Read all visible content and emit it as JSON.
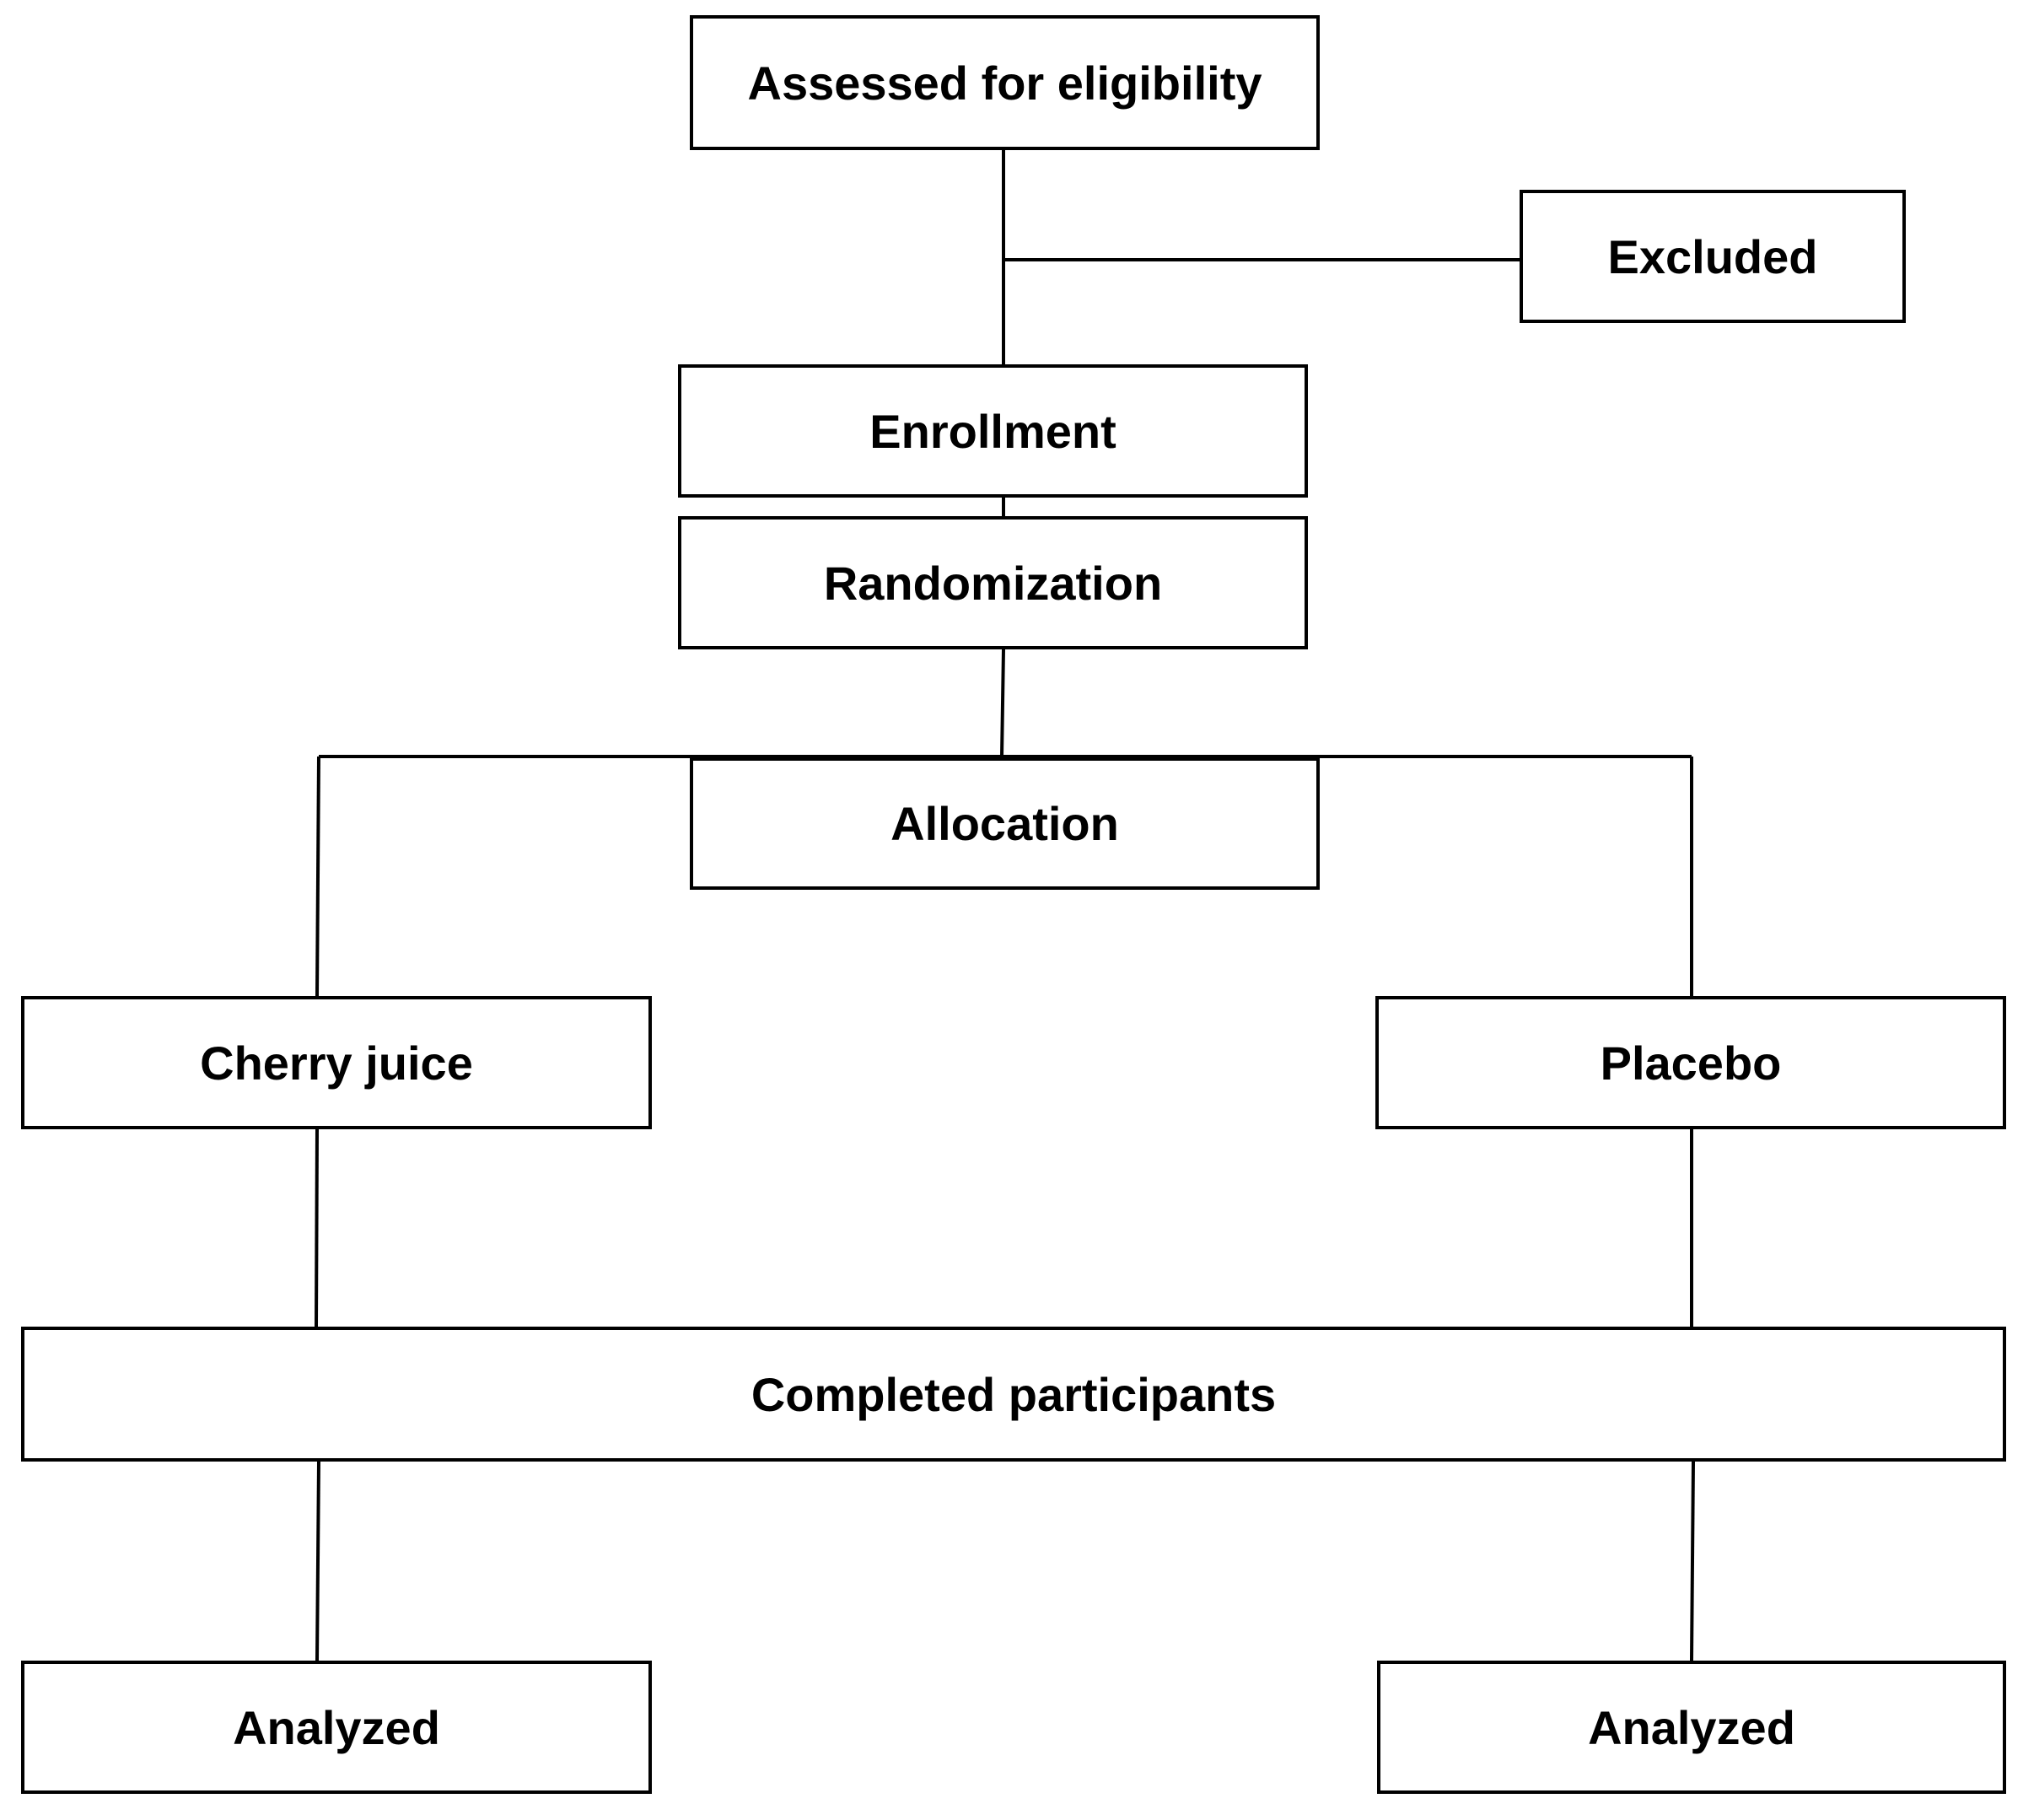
{
  "boxes": {
    "assessed": "Assessed for eligibility",
    "excluded": "Excluded",
    "enrollment": "Enrollment",
    "randomization": "Randomization",
    "allocation": "Allocation",
    "cherry_juice": "Cherry juice",
    "placebo": "Placebo",
    "completed": "Completed participants",
    "analyzed_cherry": "Analyzed",
    "analyzed_placebo": "Analyzed"
  },
  "colors": {
    "line": "#000000",
    "box_border": "#000000",
    "background": "#ffffff",
    "text": "#000000"
  }
}
